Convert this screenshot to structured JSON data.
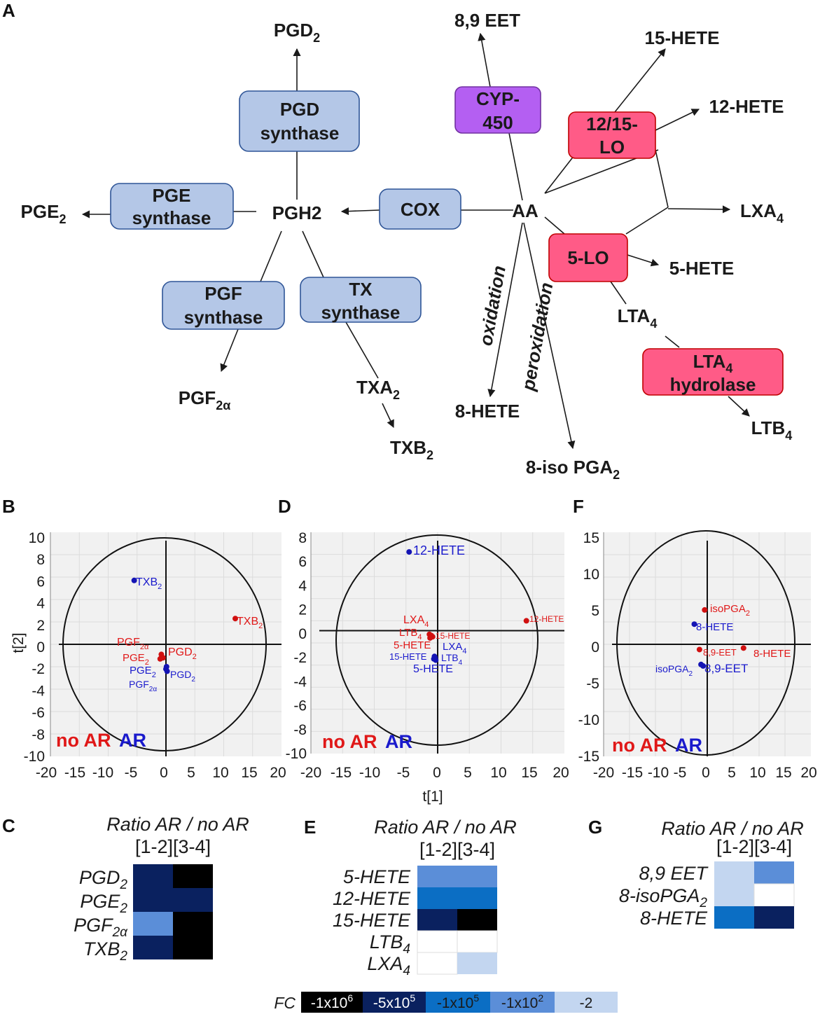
{
  "panels": {
    "A": "A",
    "B": "B",
    "C": "C",
    "D": "D",
    "E": "E",
    "F": "F",
    "G": "G"
  },
  "pathway": {
    "nodes": {
      "aa": "AA",
      "pgh2": "PGH2",
      "pgd2": "PGD",
      "pgd2_sub": "2",
      "pge2": "PGE",
      "pge2_sub": "2",
      "pgf2a": "PGF",
      "pgf2a_sub": "2α",
      "txa2": "TXA",
      "txa2_sub": "2",
      "txb2": "TXB",
      "txb2_sub": "2",
      "eet89": "8,9 EET",
      "hete15": "15-HETE",
      "hete12": "12-HETE",
      "lxa4": "LXA",
      "lxa4_sub": "4",
      "hete5": "5-HETE",
      "lta4": "LTA",
      "lta4_sub": "4",
      "ltb4": "LTB",
      "ltb4_sub": "4",
      "hete8": "8-HETE",
      "isopga2": "8-iso PGA",
      "isopga2_sub": "2",
      "oxidation": "oxidation",
      "peroxidation": "peroxidation"
    },
    "enzymes": {
      "pgd_l1": "PGD",
      "pgd_l2": "synthase",
      "pge_l1": "PGE",
      "pge_l2": "synthase",
      "pgf_l1": "PGF",
      "pgf_l2": "synthase",
      "tx_l1": "TX",
      "tx_l2": "synthase",
      "cox": "COX",
      "cyp_l1": "CYP-",
      "cyp_l2": "450",
      "lo1215_l1": "12/15-",
      "lo1215_l2": "LO",
      "lo5": "5-LO",
      "lta4h_l1": "LTA",
      "lta4h_l1_sub": "4",
      "lta4h_l2": "hydrolase"
    },
    "colors": {
      "blue_box": "#b4c7e7",
      "blue_border": "#2f5597",
      "pink_box": "#ff5b87",
      "pink_border": "#c00000",
      "purple_box": "#b45ff2",
      "purple_border": "#7030a0"
    }
  },
  "score_plots": {
    "x_ticks": [
      "-20",
      "-15",
      "-10",
      "-5",
      "0",
      "5",
      "10",
      "15",
      "20"
    ],
    "x_axis_title": "t[1]",
    "y_axis_title": "t[2]",
    "legend_noar": "no AR",
    "legend_ar": "AR",
    "B": {
      "y_ticks": [
        "10",
        "8",
        "6",
        "4",
        "2",
        "0",
        "-2",
        "-4",
        "-6",
        "-8",
        "-10"
      ],
      "xlim": [
        -20,
        20
      ],
      "ylim": [
        -10,
        10
      ],
      "points": [
        {
          "x": -5.5,
          "y": 5.7,
          "color": "blue",
          "label": "TXB",
          "sub": "2"
        },
        {
          "x": 12.0,
          "y": 2.3,
          "color": "red",
          "label": "TXB",
          "sub": "2"
        },
        {
          "x": -0.5,
          "y": -1.2,
          "color": "red",
          "label": "PGD",
          "sub": "2"
        },
        {
          "x": -1.0,
          "y": -1.3,
          "color": "red",
          "label": "PGE",
          "sub": "2"
        },
        {
          "x": -0.8,
          "y": -0.9,
          "color": "red",
          "label": "PGF",
          "sub": "2α"
        },
        {
          "x": 0.1,
          "y": -2.0,
          "color": "blue",
          "label": "PGD",
          "sub": "2"
        },
        {
          "x": 0.0,
          "y": -2.2,
          "color": "blue",
          "label": "PGE",
          "sub": "2"
        },
        {
          "x": 0.2,
          "y": -2.4,
          "color": "blue",
          "label": "PGF",
          "sub": "2α"
        }
      ]
    },
    "D": {
      "y_ticks": [
        "8",
        "6",
        "4",
        "2",
        "0",
        "-2",
        "-4",
        "-6",
        "-8",
        "-10"
      ],
      "xlim": [
        -20,
        20
      ],
      "ylim": [
        -10,
        8
      ],
      "points": [
        {
          "x": -4.5,
          "y": 6.4,
          "color": "blue",
          "label": "12-HETE"
        },
        {
          "x": 14.0,
          "y": 0.8,
          "color": "red",
          "label": "12-HETE"
        },
        {
          "x": -1.3,
          "y": -0.3,
          "color": "red",
          "label": "LXA",
          "sub": "4"
        },
        {
          "x": -1.0,
          "y": -0.4,
          "color": "red",
          "label": "LTB",
          "sub": "4"
        },
        {
          "x": -0.8,
          "y": -0.5,
          "color": "red",
          "label": "15-HETE"
        },
        {
          "x": -1.2,
          "y": -0.6,
          "color": "red",
          "label": "5-HETE"
        },
        {
          "x": -0.5,
          "y": -2.1,
          "color": "blue",
          "label": "LXA",
          "sub": "4"
        },
        {
          "x": -0.4,
          "y": -2.2,
          "color": "blue",
          "label": "LTB",
          "sub": "4"
        },
        {
          "x": -0.6,
          "y": -2.3,
          "color": "blue",
          "label": "15-HETE"
        },
        {
          "x": -0.3,
          "y": -2.4,
          "color": "blue",
          "label": "5-HETE"
        }
      ]
    },
    "F": {
      "y_ticks": [
        "15",
        "10",
        "5",
        "0",
        "-5",
        "-10",
        "-15"
      ],
      "xlim": [
        -20,
        20
      ],
      "ylim": [
        -15,
        15
      ],
      "points": [
        {
          "x": -0.5,
          "y": 4.6,
          "color": "red",
          "label": "isoPGA",
          "sub": "2"
        },
        {
          "x": -2.5,
          "y": 2.7,
          "color": "blue",
          "label": "8-HETE"
        },
        {
          "x": -1.5,
          "y": -0.7,
          "color": "red",
          "label": "8,9-EET"
        },
        {
          "x": 7.0,
          "y": -0.5,
          "color": "red",
          "label": "8-HETE"
        },
        {
          "x": -1.2,
          "y": -2.7,
          "color": "blue",
          "label": "isoPGA",
          "sub": "2"
        },
        {
          "x": -0.8,
          "y": -2.9,
          "color": "blue",
          "label": "8,9-EET"
        }
      ]
    }
  },
  "ratio_tables": {
    "title": "Ratio AR / no AR",
    "cols": "[1-2][3-4]",
    "C": {
      "rows": [
        {
          "name": "PGD",
          "sub": "2",
          "fc": [
            "-5x10^5",
            "-1x10^6"
          ]
        },
        {
          "name": "PGE",
          "sub": "2",
          "fc": [
            "-5x10^5",
            "-5x10^5"
          ]
        },
        {
          "name": "PGF",
          "sub": "2α",
          "fc": [
            "-1x10^2",
            "-1x10^6"
          ]
        },
        {
          "name": "TXB",
          "sub": "2",
          "fc": [
            "-5x10^5",
            "-1x10^6"
          ]
        }
      ]
    },
    "E": {
      "rows": [
        {
          "name": "5-HETE",
          "fc": [
            "-1x10^2",
            "-1x10^2"
          ]
        },
        {
          "name": "12-HETE",
          "fc": [
            "-1x10^5",
            "-1x10^5"
          ]
        },
        {
          "name": "15-HETE",
          "fc": [
            "-5x10^5",
            "-1x10^6"
          ]
        },
        {
          "name": "LTB",
          "sub": "4",
          "fc": [
            "none",
            "none"
          ]
        },
        {
          "name": "LXA",
          "sub": "4",
          "fc": [
            "none",
            "-2"
          ]
        }
      ]
    },
    "G": {
      "rows": [
        {
          "name": "8,9 EET",
          "fc": [
            "-2",
            "-1x10^2"
          ]
        },
        {
          "name": "8-isoPGA",
          "sub": "2",
          "fc": [
            "-2",
            "none"
          ]
        },
        {
          "name": "8-HETE",
          "fc": [
            "-1x10^5",
            "-5x10^5"
          ]
        }
      ]
    }
  },
  "fc_legend": {
    "label": "FC",
    "bins": [
      {
        "key": "-1x10^6",
        "base": "-1x10",
        "exp": "6",
        "color": "#000000",
        "text_color": "#ffffff"
      },
      {
        "key": "-5x10^5",
        "base": "-5x10",
        "exp": "5",
        "color": "#0a215f",
        "text_color": "#ffffff"
      },
      {
        "key": "-1x10^5",
        "base": "-1x10",
        "exp": "5",
        "color": "#0b6ec4",
        "text_color": "#1a1a1a"
      },
      {
        "key": "-1x10^2",
        "base": "-1x10",
        "exp": "2",
        "color": "#5b8ed8",
        "text_color": "#1a1a1a"
      },
      {
        "key": "-2",
        "base": "-2",
        "exp": "",
        "color": "#c3d6f0",
        "text_color": "#1a1a1a"
      }
    ]
  }
}
